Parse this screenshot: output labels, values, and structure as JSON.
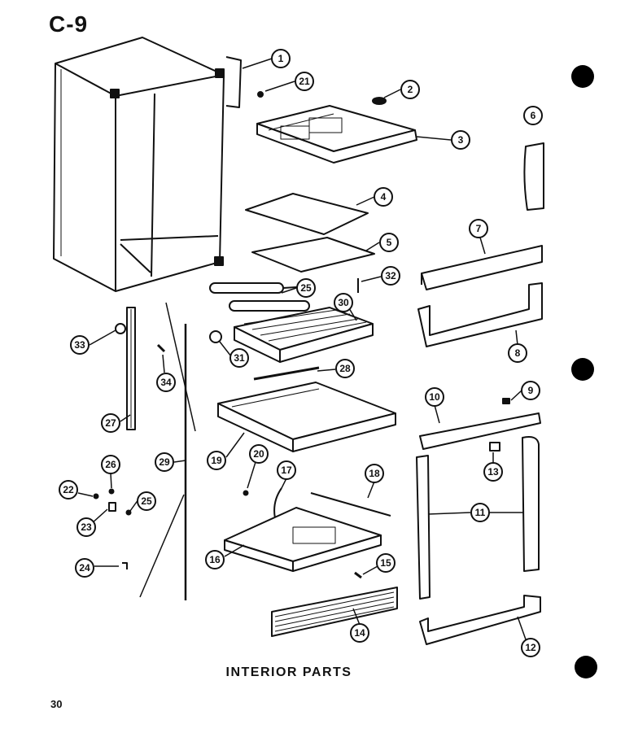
{
  "header": {
    "section_code": "C-9"
  },
  "caption": "INTERIOR PARTS",
  "page_number": "30",
  "callouts": [
    "1",
    "2",
    "3",
    "4",
    "5",
    "6",
    "7",
    "8",
    "9",
    "10",
    "11",
    "12",
    "13",
    "14",
    "15",
    "16",
    "17",
    "18",
    "19",
    "20",
    "21",
    "22",
    "23",
    "24",
    "25",
    "26",
    "27",
    "28",
    "29",
    "30",
    "31",
    "32",
    "33",
    "34"
  ],
  "colors": {
    "ink": "#111111",
    "paper": "#ffffff"
  }
}
